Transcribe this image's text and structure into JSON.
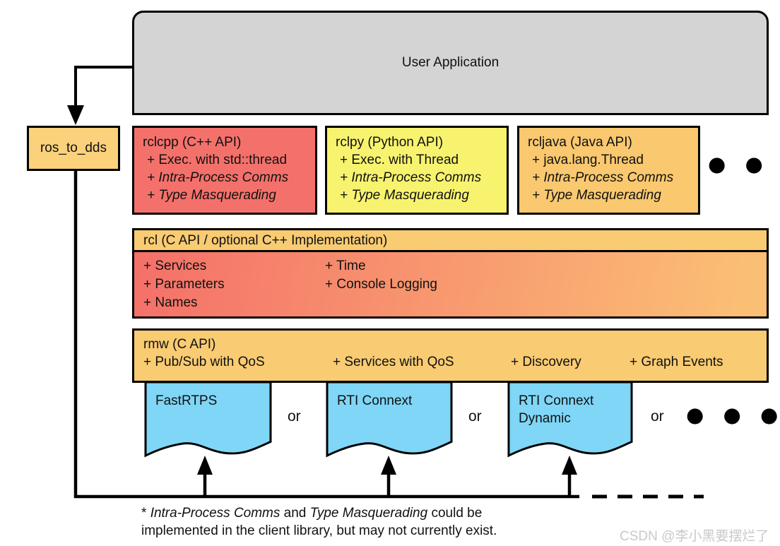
{
  "user_application": {
    "label": "User Application"
  },
  "bridge": {
    "label": "ros_to_dds"
  },
  "client_libraries": [
    {
      "title": "rclcpp (C++ API)",
      "items": [
        "+ Exec. with std::thread",
        "+ Intra-Process Comms",
        "+ Type Masquerading"
      ]
    },
    {
      "title": "rclpy (Python API)",
      "items": [
        "+ Exec. with Thread",
        "+ Intra-Process Comms",
        "+ Type Masquerading"
      ]
    },
    {
      "title": "rcljava (Java API)",
      "items": [
        "+ java.lang.Thread",
        "+ Intra-Process Comms",
        "+ Type Masquerading"
      ]
    }
  ],
  "ellipsis": "● ● ●",
  "rcl": {
    "header": "rcl (C API / optional C++ Implementation)",
    "col1": [
      "+ Services",
      "+ Parameters",
      "+ Names"
    ],
    "col2": [
      "+ Time",
      "+ Console Logging"
    ]
  },
  "rmw": {
    "header": "rmw (C API)",
    "items": [
      "+ Pub/Sub with QoS",
      "+ Services with QoS",
      "+ Discovery",
      "+ Graph Events"
    ]
  },
  "middleware": {
    "or_label": "or",
    "docs": [
      "FastRTPS",
      "RTI Connext",
      "RTI Connext Dynamic"
    ]
  },
  "footnote": {
    "prefix": "*",
    "italic1": "Intra-Process Comms",
    "connector": "and",
    "italic2": "Type Masquerading",
    "suffix": "could be",
    "line2": "implemented in the client library, but may not currently exist."
  },
  "watermark": "CSDN @李小黑要摆烂了",
  "colors": {
    "user_application_bg": "#D4D4D4",
    "rclcpp_bg": "#F4716B",
    "rclpy_bg": "#F7F36F",
    "rcljava_bg": "#F9C86F",
    "orange_bg": "#F9CB72",
    "bridge_bg": "#FBD17B",
    "rcl_gradient_left": "#F47069",
    "rcl_gradient_right": "#FBBE75",
    "middleware_bg": "#7FD6F7",
    "line_color": "#000000",
    "watermark_color": "#C9C9C9"
  }
}
